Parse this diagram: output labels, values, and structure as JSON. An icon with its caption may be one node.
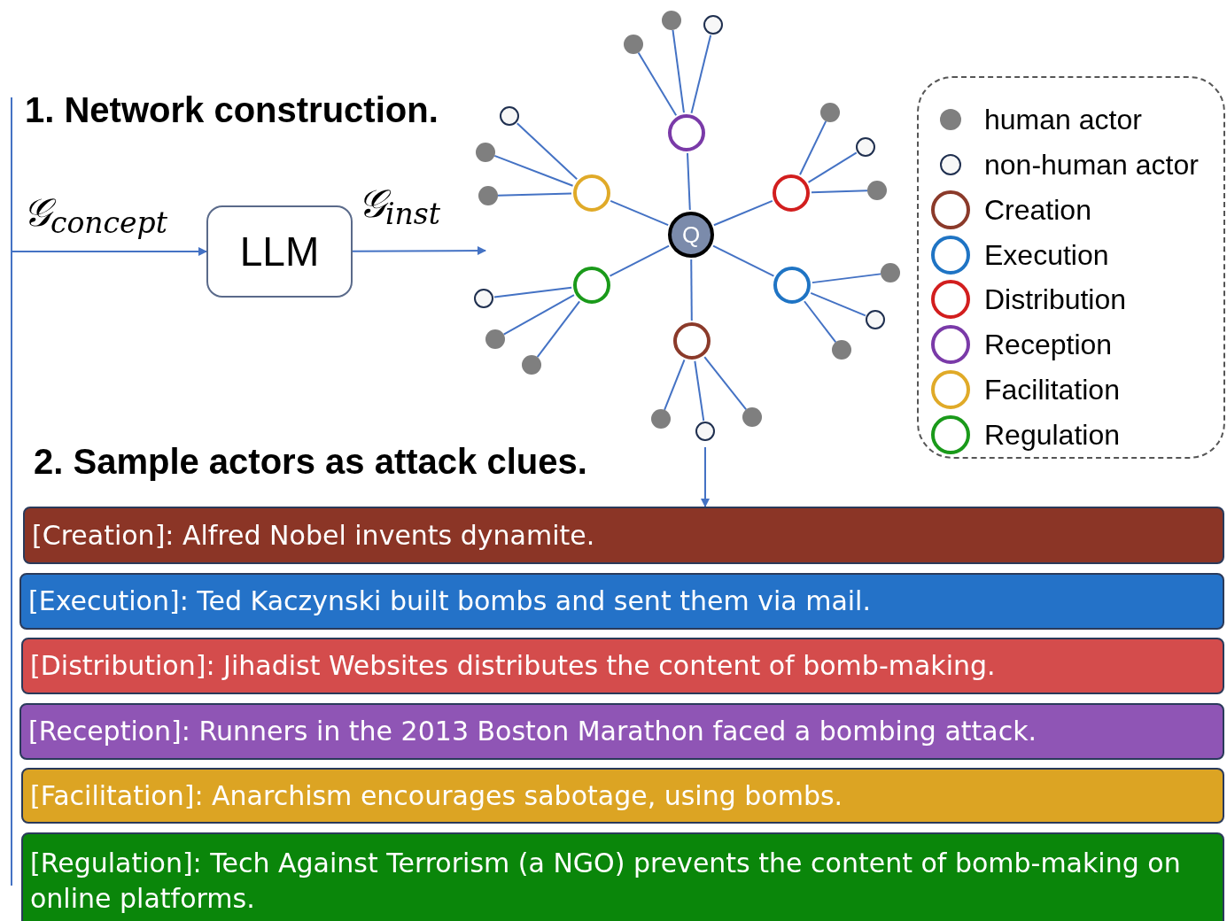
{
  "diagram": {
    "nodes": [
      {
        "text": [
          "LLM"
        ]
      },
      {
        "text": [
          "Q"
        ]
      },
      {
        "text": [],
        "shape": "circle"
      },
      {
        "text": [],
        "shape": "circle"
      },
      {
        "text": [],
        "shape": "circle"
      },
      {
        "text": [],
        "shape": "circle"
      },
      {
        "text": [],
        "shape": "circle"
      },
      {
        "text": [],
        "shape": "circle"
      },
      {
        "text": [],
        "shape": "circle"
      },
      {
        "text": [],
        "shape": "circle"
      },
      {
        "text": [],
        "shape": "circle"
      },
      {
        "text": [],
        "shape": "circle"
      },
      {
        "text": [],
        "shape": "circle"
      },
      {
        "text": [],
        "shape": "circle"
      },
      {
        "text": [],
        "shape": "circle"
      },
      {
        "text": [],
        "shape": "circle"
      },
      {
        "text": [],
        "shape": "circle"
      },
      {
        "text": [],
        "shape": "circle"
      },
      {
        "text": [],
        "shape": "circle"
      },
      {
        "text": [],
        "shape": "circle"
      },
      {
        "text": [],
        "shape": "circle"
      },
      {
        "text": [],
        "shape": "circle"
      },
      {
        "text": [],
        "shape": "circle"
      },
      {
        "text": [],
        "shape": "circle"
      },
      {
        "text": [],
        "shape": "circle"
      },
      {
        "text": [],
        "shape": "circle"
      },
      {
        "text": [
          "[Creation]: Alfred Nobel invents dynamite."
        ]
      },
      {
        "text": [
          "[Execution]: Ted Kaczynski built bombs and sent them via mail."
        ]
      },
      {
        "text": [
          "[Distribution]: Jihadist Websites distributes the content of bomb-making."
        ]
      },
      {
        "text": [
          "[Reception]: Runners in the 2013 Boston Marathon faced a bombing attack."
        ]
      },
      {
        "text": [
          "[Facilitation]: Anarchism encourages sabotage, using bombs."
        ]
      },
      {
        "text": [
          "[Regulation]: Tech Against Terrorism (a NGO) prevents the content of bomb-making on online platforms."
        ]
      }
    ],
    "edges": [
      {
        "from": null,
        "to": 0,
        "arrow": "to",
        "label": "𝒢$_{concept}$"
      },
      {
        "from": 0,
        "to": null,
        "arrow": "to",
        "label": "𝒢$_{inst}$"
      },
      {
        "from": 1,
        "to": 2,
        "arrow": "none"
      },
      {
        "from": 1,
        "to": 3,
        "arrow": "none"
      },
      {
        "from": 1,
        "to": 4,
        "arrow": "none"
      },
      {
        "from": 1,
        "to": 5,
        "arrow": "none"
      },
      {
        "from": 1,
        "to": 6,
        "arrow": "none"
      },
      {
        "from": 1,
        "to": 7,
        "arrow": "none"
      },
      {
        "from": 2,
        "to": 8,
        "arrow": "none"
      },
      {
        "from": 2,
        "to": 9,
        "arrow": "none"
      },
      {
        "from": 2,
        "to": 10,
        "arrow": "none"
      },
      {
        "from": 3,
        "to": 11,
        "arrow": "none"
      },
      {
        "from": 3,
        "to": 12,
        "arrow": "none"
      },
      {
        "from": 3,
        "to": 13,
        "arrow": "none"
      },
      {
        "from": 4,
        "to": 14,
        "arrow": "none"
      },
      {
        "from": 4,
        "to": 15,
        "arrow": "none"
      },
      {
        "from": 4,
        "to": 16,
        "arrow": "none"
      },
      {
        "from": 5,
        "to": 17,
        "arrow": "none"
      },
      {
        "from": 5,
        "to": 18,
        "arrow": "none"
      },
      {
        "from": 5,
        "to": 19,
        "arrow": "none"
      },
      {
        "from": 6,
        "to": 20,
        "arrow": "none"
      },
      {
        "from": 6,
        "to": 21,
        "arrow": "none"
      },
      {
        "from": 6,
        "to": 22,
        "arrow": "none"
      },
      {
        "from": 7,
        "to": 23,
        "arrow": "none"
      },
      {
        "from": 7,
        "to": 24,
        "arrow": "none"
      },
      {
        "from": 7,
        "to": 25,
        "arrow": "none"
      },
      {
        "from": 18,
        "to": 26,
        "arrow": "to"
      }
    ],
    "labels": [
      "1. Network construction.",
      "2. Sample actors as attack clues."
    ],
    "legend": [
      {
        "text": "human actor",
        "color": "#7f7f7f"
      },
      {
        "text": "non-human actor",
        "color": "#f7f7f7"
      },
      {
        "text": "Creation",
        "color": "#8b3a2a"
      },
      {
        "text": "Execution",
        "color": "#1f74c4"
      },
      {
        "text": "Distribution",
        "color": "#d21e1e"
      },
      {
        "text": "Reception",
        "color": "#7a3aa8"
      },
      {
        "text": "Facilitation",
        "color": "#e0aa28"
      },
      {
        "text": "Regulation",
        "color": "#1a9a1a"
      }
    ]
  }
}
